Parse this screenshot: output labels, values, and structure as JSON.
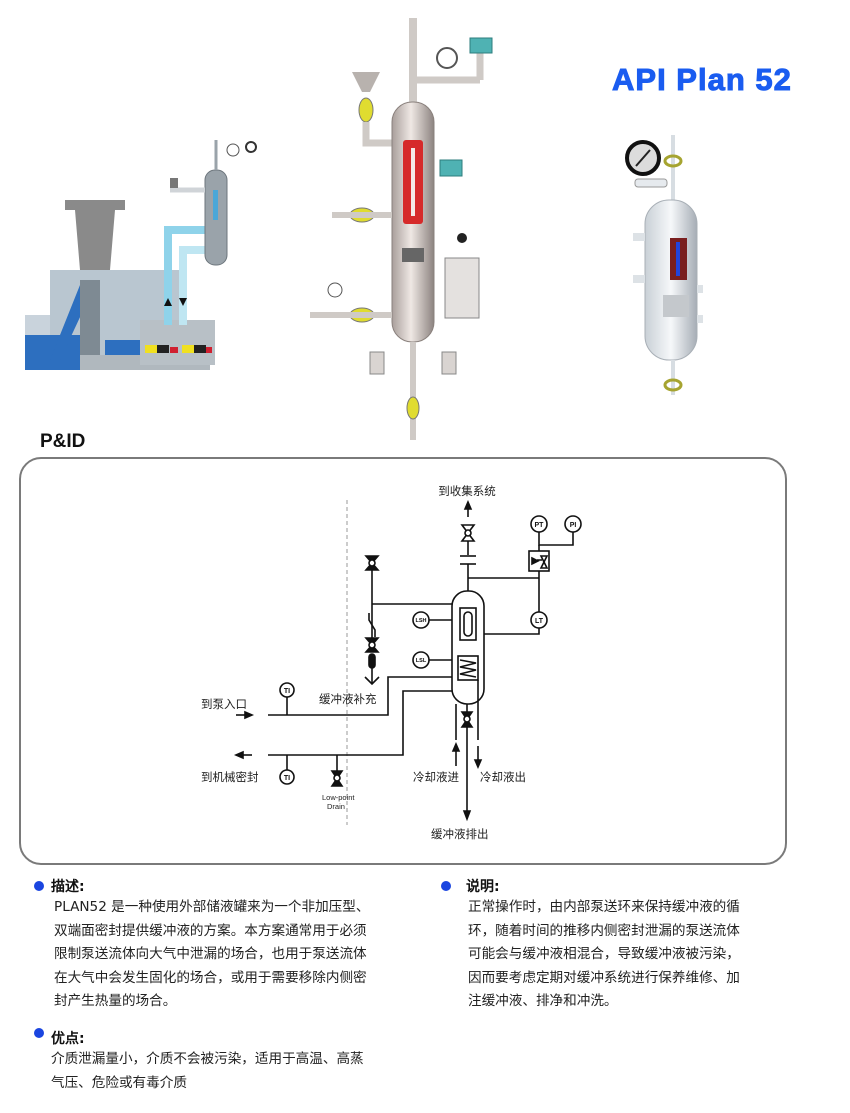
{
  "header": {
    "title": "API Plan 52"
  },
  "illustrations": [
    {
      "name": "pump-seal-system-cutaway"
    },
    {
      "name": "reservoir-assembly-front"
    },
    {
      "name": "reservoir-3d-render"
    }
  ],
  "pid": {
    "label": "P&ID",
    "labels": {
      "to_collection": "到收集系统",
      "to_pump_inlet": "到泵入口",
      "to_mech_seal": "到机械密封",
      "buffer_makeup": "缓冲液补充",
      "coolant_in": "冷却液进",
      "coolant_out": "冷却液出",
      "buffer_drain": "缓冲液排出",
      "low_point_1": "Low-point",
      "low_point_2": "Drain"
    },
    "instruments": {
      "pt": "PT",
      "pi": "PI",
      "lt": "LT",
      "lsh": "LSH",
      "lsl": "LSL",
      "ti": "TI"
    }
  },
  "sections": {
    "description": {
      "heading": "描述:",
      "lines": [
        "PLAN52 是一种使用外部储液罐来为一个非加压型、",
        "双端面密封提供缓冲液的方案。本方案通常用于必须",
        "限制泵送流体向大气中泄漏的场合，也用于泵送流体",
        "在大气中会发生固化的场合，或用于需要移除内侧密",
        "封产生热量的场合。"
      ]
    },
    "advantages": {
      "heading": "优点:",
      "lines": [
        "介质泄漏量小，介质不会被污染，适用于高温、高蒸",
        "气压、危险或有毒介质"
      ]
    },
    "notes": {
      "heading": "说明:",
      "lines": [
        "正常操作时，由内部泵送环来保持缓冲液的循",
        "环，随着时间的推移内侧密封泄漏的泵送流体",
        "可能会与缓冲液相混合，导致缓冲液被污染，",
        "因而要考虑定期对缓冲系统进行保养维修、加",
        "注缓冲液、排净和冲洗。"
      ]
    }
  },
  "colors": {
    "accent": "#1a5cf0",
    "bullet": "#1a45e0",
    "frame": "#7a7a7a"
  }
}
